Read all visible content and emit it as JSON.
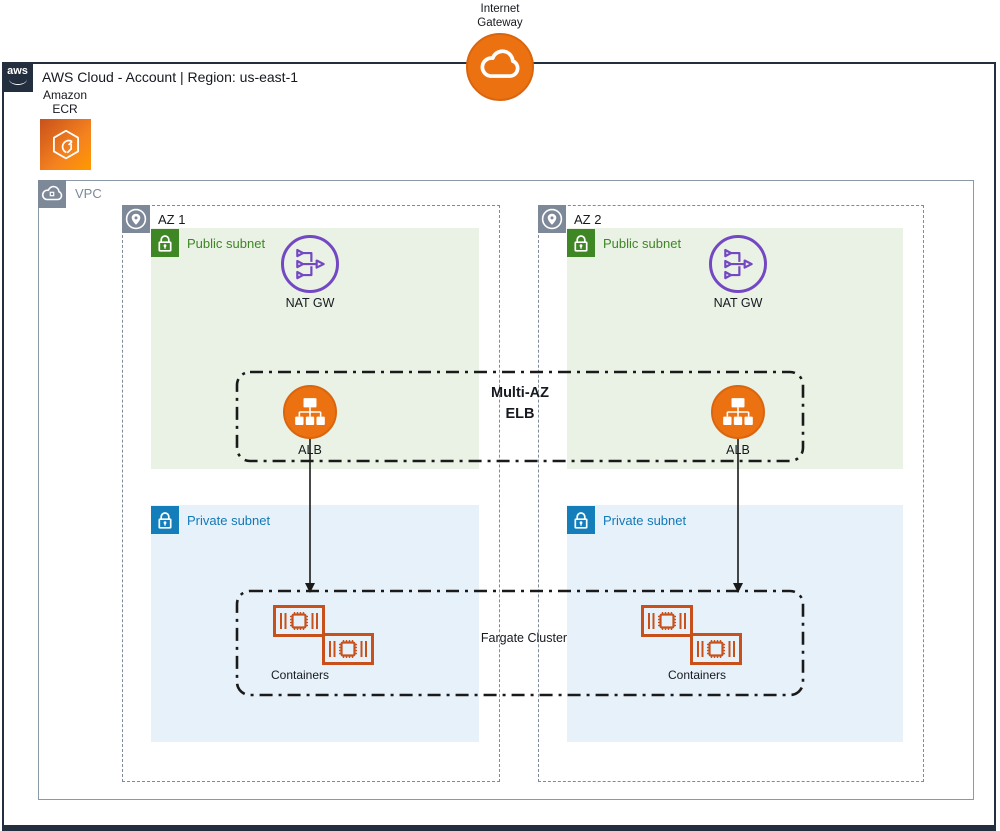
{
  "internet_gateway": {
    "line1": "Internet",
    "line2": "Gateway"
  },
  "aws_cloud": {
    "logo_text": "aws",
    "title": "AWS Cloud - Account | Region: us-east-1"
  },
  "ecr": {
    "line1": "Amazon",
    "line2": "ECR"
  },
  "vpc": {
    "label": "VPC"
  },
  "elb_cluster": {
    "line1": "Multi-AZ",
    "line2": "ELB"
  },
  "fargate_cluster": {
    "label": "Fargate Cluster"
  },
  "azs": [
    {
      "label": "AZ 1",
      "public_subnet_label": "Public subnet",
      "nat_label": "NAT GW",
      "alb_label": "ALB",
      "private_subnet_label": "Private subnet",
      "containers_label": "Containers"
    },
    {
      "label": "AZ 2",
      "public_subnet_label": "Public subnet",
      "nat_label": "NAT GW",
      "alb_label": "ALB",
      "private_subnet_label": "Private subnet",
      "containers_label": "Containers"
    }
  ],
  "colors": {
    "aws_navy": "#232f3e",
    "group_gray": "#7d8998",
    "public_green": "#3f8624",
    "public_green_bg": "#e9f2e5",
    "private_blue": "#147eba",
    "private_blue_bg": "#e7f1f9",
    "nat_purple": "#7448c3",
    "service_orange": "#ec7211",
    "container_orange": "#c8511b"
  }
}
